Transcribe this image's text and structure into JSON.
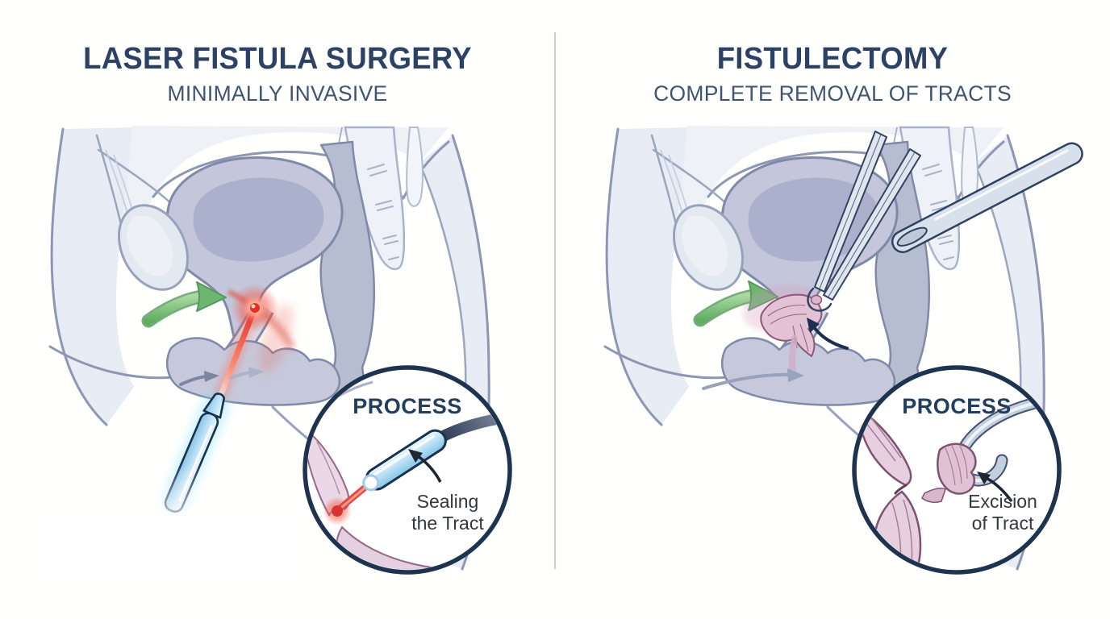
{
  "panels": {
    "left": {
      "title": "LASER FISTULA SURGERY",
      "subtitle": "MINIMALLY INVASIVE",
      "process": {
        "label": "PROCESS",
        "caption_line1": "Sealing",
        "caption_line2": "the Tract"
      }
    },
    "right": {
      "title": "FISTULECTOMY",
      "subtitle": "COMPLETE REMOVAL OF TRACTS",
      "process": {
        "label": "PROCESS",
        "caption_line1": "Excision",
        "caption_line2": "of Tract"
      }
    }
  },
  "colors": {
    "title_navy": "#2b4165",
    "subtitle_slate": "#3f5472",
    "circle_border_navy": "#1d3350",
    "anatomy_outline": "#8d97b2",
    "organ_fill": "#c4c7db",
    "organ_inner": "#abb1cc",
    "laser_red": "#dc2b2b",
    "probe_blue": "#9fd4ef",
    "probe_outline": "#16324f",
    "flow_green": "#6cb671",
    "tissue_pink": "#e3c2d6",
    "tissue_pink_outline": "#8d5878",
    "steel_instrument": "#c6d2e0",
    "divider_gray": "#cbcdcd"
  }
}
